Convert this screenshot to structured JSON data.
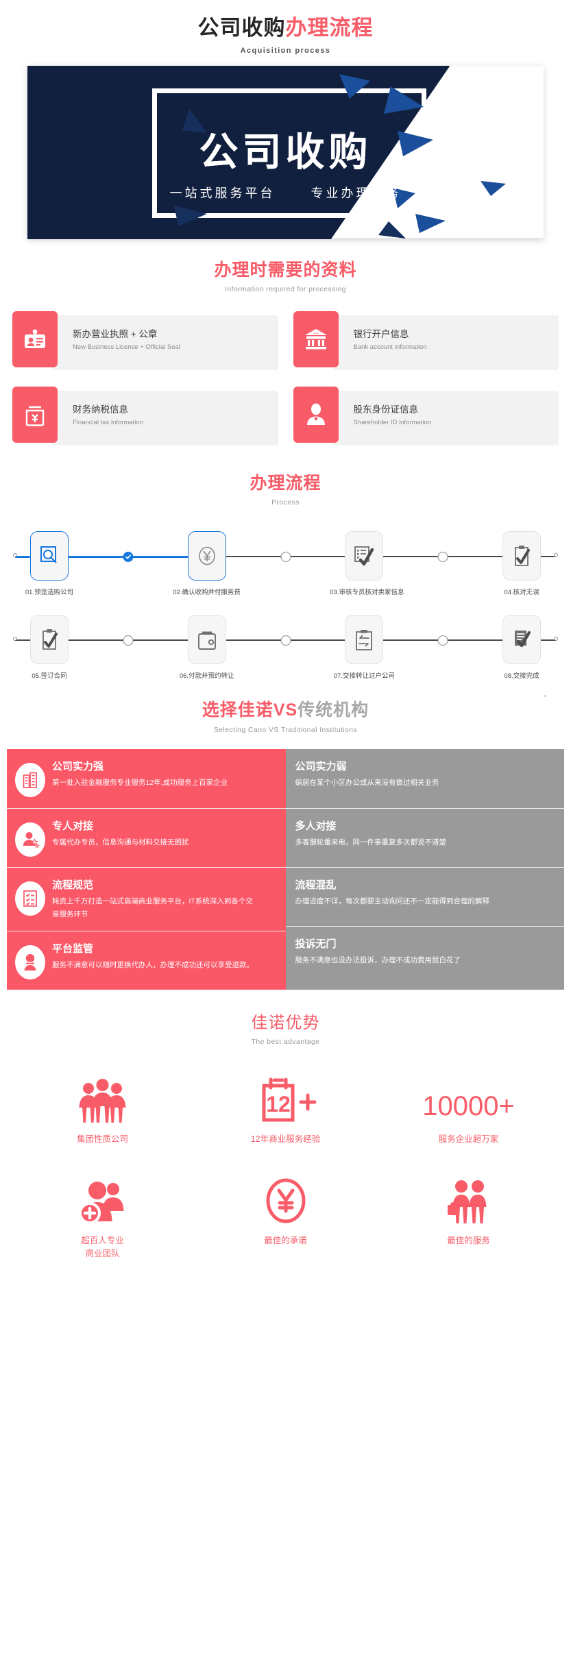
{
  "header": {
    "title_dark": "公司收购",
    "title_red": "办理流程",
    "subtitle": "Acquisition process"
  },
  "banner": {
    "title": "公司收购",
    "sub_left": "一站式服务平台",
    "sub_right": "专业办理服务",
    "bg_color": "#12203F",
    "accent_color": "#1B4F9B"
  },
  "docs_section": {
    "title_cn": "办理时需要的资料",
    "title_en": "Information required for processing",
    "cards": [
      {
        "icon": "id-card-icon",
        "cn": "新办营业执照 + 公章",
        "en": "New Business License + Official Seal"
      },
      {
        "icon": "bank-icon",
        "cn": "银行开户信息",
        "en": "Bank account information"
      },
      {
        "icon": "tax-yuan-icon",
        "cn": "财务纳税信息",
        "en": "Financial tax information"
      },
      {
        "icon": "person-id-icon",
        "cn": "股东身份证信息",
        "en": "Shareholder ID information"
      }
    ]
  },
  "process_section": {
    "title_cn": "办理流程",
    "title_en": "Process",
    "active_color": "#1677DE",
    "steps_row1": [
      {
        "icon": "magnifier-doc-icon",
        "label": "01.预览选购公司",
        "active": true
      },
      {
        "icon": "yuan-circle-icon",
        "label": "02.确认收购并付服务费",
        "active": true
      },
      {
        "icon": "checklist-check-icon",
        "label": "03.审核专员核对卖家信息",
        "active": false
      },
      {
        "icon": "clipboard-check-icon",
        "label": "04.核对无误",
        "active": false
      }
    ],
    "steps_row2": [
      {
        "icon": "clipboard-check-icon",
        "label": "05.签订合同",
        "active": false
      },
      {
        "icon": "wallet-icon",
        "label": "06.付款并预约转让",
        "active": false
      },
      {
        "icon": "transfer-clipboard-icon",
        "label": "07.交接转让过户公司",
        "active": false
      },
      {
        "icon": "document-check-icon",
        "label": "08.交接完成",
        "active": false
      }
    ]
  },
  "compare_section": {
    "title_red": "选择佳诺",
    "title_vs": "VS",
    "title_gray": "传统机构",
    "title_en": "Selecting Cano VS Traditional Institutions",
    "left_color": "#FA5767",
    "right_color": "#9A9A9A",
    "rows": [
      {
        "icon": "building-icon",
        "left_title": "公司实力强",
        "left_desc": "第一批入驻金融服务专业服务12年,成功服务上百家企业",
        "right_title": "公司实力弱",
        "right_desc": "蜗居在某个小区办公或从来没有做过相关业务"
      },
      {
        "icon": "person-star-icon",
        "left_title": "专人对接",
        "left_desc": "专属代办专员，信息沟通与材料交接无困扰",
        "right_title": "多人对接",
        "right_desc": "多客服轮番来电，同一件事重复多次都说不清楚"
      },
      {
        "icon": "checklist-icon",
        "left_title": "流程规范",
        "left_desc": "耗资上千万打造一站式高端商业服务平台，IT系统深入到各个交易服务环节",
        "right_title": "流程混乱",
        "right_desc": "办理进度不详，每次都要主动询问还不一定能得到合理的解释"
      },
      {
        "icon": "person-shield-icon",
        "left_title": "平台监管",
        "left_desc": "服务不满意可以随时更换代办人，办理不成功还可以享受退款。",
        "right_title": "投诉无门",
        "right_desc": "服务不满意也没办法投诉，办理不成功费用就白花了"
      }
    ]
  },
  "advantage_section": {
    "title_cn": "佳诺优势",
    "title_en": "The best advantage",
    "accent_color": "#F75C68",
    "items": [
      {
        "icon": "group-people-icon",
        "big": "",
        "label": "集团性质公司"
      },
      {
        "icon": "calendar-12-plus-icon",
        "big": "",
        "label": "12年商业服务经验"
      },
      {
        "icon": "number-text",
        "big": "10000+",
        "label": "服务企业超万家"
      },
      {
        "icon": "team-plus-icon",
        "big": "",
        "label": "超百人专业\n商业团队"
      },
      {
        "icon": "yuan-promise-icon",
        "big": "",
        "label": "最佳的承诺"
      },
      {
        "icon": "two-people-briefcase-icon",
        "big": "",
        "label": "最佳的服务"
      }
    ]
  }
}
